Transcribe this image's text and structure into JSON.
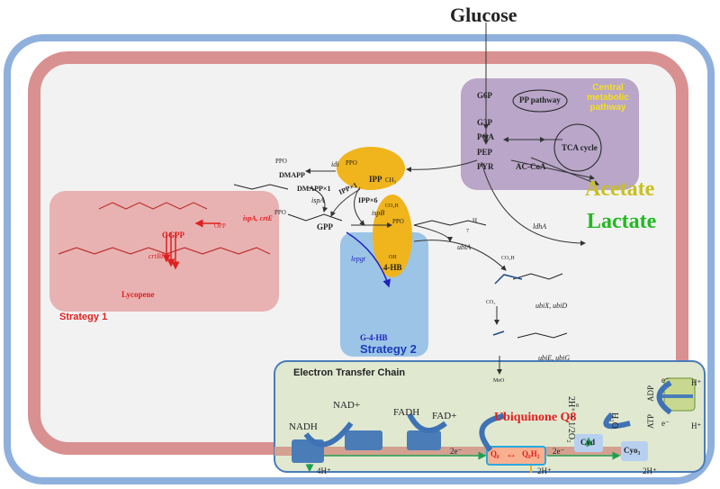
{
  "title": "Glucose",
  "central": {
    "label": "Central metabolic pathway",
    "metabolites": [
      "G6P",
      "G3P",
      "PGA",
      "PEP",
      "PYR",
      "AC-CoA"
    ],
    "pp_pathway": "PP pathway",
    "tca": "TCA cycle"
  },
  "products": {
    "acetate": "Acetate",
    "lactate": "Lactate",
    "ldhA": "ldhA"
  },
  "isoprenoid": {
    "ipp": "IPP",
    "ppo": "PPO",
    "ch3": "CH₃",
    "dmapp": "DMAPP",
    "idi": "idi",
    "dmapp_x1": "DMAPP×1",
    "ipp_x1": "IPP×1",
    "ipp_x6": "IPP×6",
    "ispA": "ispA",
    "gpp": "GPP",
    "ispB": "ispB",
    "h": "H",
    "n7": "7"
  },
  "strategy1": {
    "label": "Strategy 1",
    "enzymes": "ispA, crtE",
    "ggpp": "GGPP",
    "opp": "OPP",
    "crtBI": "crtBI",
    "lycopene": "Lycopene"
  },
  "strategy2": {
    "label": "Strategy 2",
    "hb": "4-HB",
    "lepgt": "lepgt",
    "ghb": "G-4-HB",
    "co2h": "CO₂H",
    "oh": "OH"
  },
  "ubi": {
    "ubiA": "ubiA",
    "ubiXD": "ubiX, ubiD",
    "ubiEG": "ubiE, ubiG",
    "co2": "CO₂",
    "n8": "8"
  },
  "etc": {
    "label": "Electron Transfer Chain",
    "nadh": "NADH",
    "nad": "NAD+",
    "fadh": "FADH",
    "fad": "FAD+",
    "ubiquinone": "Ubiquinone Q8",
    "meo": "MeO",
    "q8": "Q₈",
    "q8h2": "Q₈H₂",
    "arrow": "↔",
    "e2a": "2e⁻",
    "e2b": "2e⁻",
    "h4": "4H⁺",
    "h2a": "2H⁺",
    "h2b": "2H⁺",
    "o2": "2H⁺ + 1/2O₂",
    "h2o": "H₂O",
    "cyd": "Cyd",
    "cyo": "Cyo₃",
    "adp": "ADP",
    "atp": "ATP",
    "e_top": "e⁻",
    "e_bot": "e⁻",
    "hp_top": "H⁺",
    "hp_bot": "H⁺"
  },
  "colors": {
    "outer": "#8fb0dc",
    "inner": "#d99090",
    "purple": "#b9a6c9",
    "strategy1": "#e8b2b2",
    "strategy2": "#9cc4e6",
    "etc": "#e0e8d0",
    "ipp": "#f0b41c",
    "acetate": "#c8c020",
    "lactate": "#22b822",
    "red": "#e02020",
    "blue": "#2020c0"
  }
}
